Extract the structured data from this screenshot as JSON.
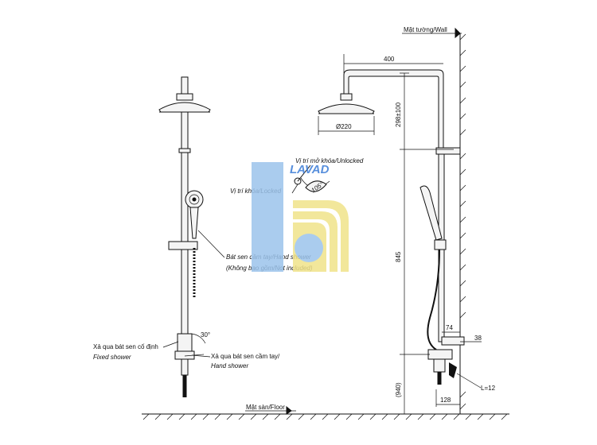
{
  "labels": {
    "wall": "Mặt tường/Wall",
    "floor": "Mặt sàn/Floor",
    "unlocked": "Vị trí mở khóa/Unlocked",
    "locked": "Vị trí khóa/Locked",
    "angle": "105°",
    "hand_shower_1": "Bát sen cầm tay/Hand shower",
    "hand_shower_2": "(Không bao gồm/Not included)",
    "fixed_vn": "Xả qua bát sen cố định",
    "fixed_en": "Fixed shower",
    "hand_vn": "Xả qua bát sen cầm tay/",
    "hand_en": "Hand shower",
    "angle_small": "30°"
  },
  "dimensions": {
    "d400": "400",
    "d220": "Ø220",
    "d298": "298±100",
    "d845": "845",
    "d940": "(940)",
    "d74": "74",
    "d38": "38",
    "d128": "128",
    "dL": "L=12"
  },
  "watermark": {
    "text": "LAVAD",
    "colors": {
      "blue": "#9cc4ec",
      "yellow": "#f0e38a",
      "text": "#3b7cd6"
    }
  }
}
